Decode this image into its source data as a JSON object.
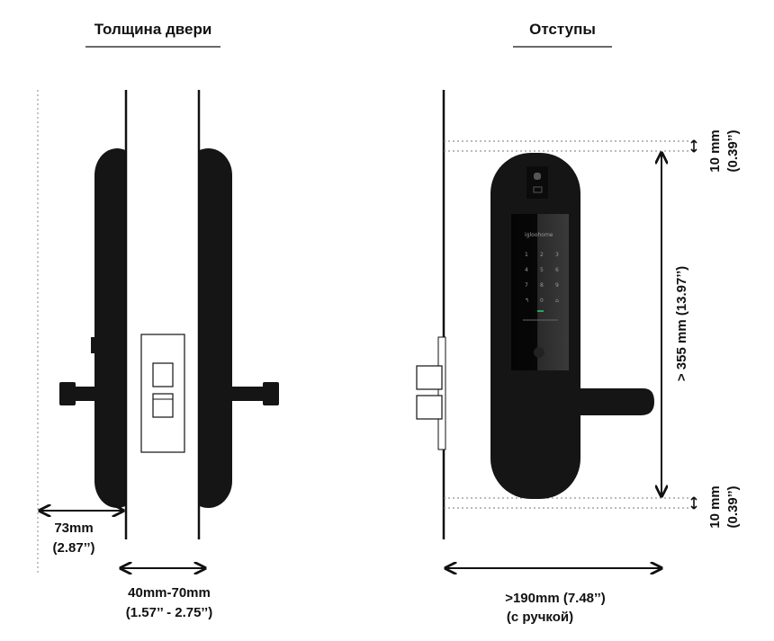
{
  "left_panel": {
    "title": "Толщина двери",
    "offset_label": "73mm",
    "offset_label_in": "(2.87’’)",
    "thickness_label": "40mm-70mm",
    "thickness_label_in": "(1.57’’ - 2.75’’)"
  },
  "right_panel": {
    "title": "Отступы",
    "top_margin": "10 mm",
    "top_margin_in": "(0.39’’)",
    "height_label": "> 355 mm (13.97’’)",
    "bottom_margin": "10 mm",
    "bottom_margin_in": "(0.39’’)",
    "width_label": ">190mm (7.48’’)",
    "width_note": "(с ручкой)"
  },
  "lock": {
    "brand": "igloohome",
    "keys": [
      "1",
      "2",
      "3",
      "4",
      "5",
      "6",
      "7",
      "8",
      "9",
      "↰",
      "0",
      "⌂"
    ]
  },
  "colors": {
    "lock": "#151515",
    "screen": "#0a0a0a",
    "indicator": "#2ecc71"
  }
}
